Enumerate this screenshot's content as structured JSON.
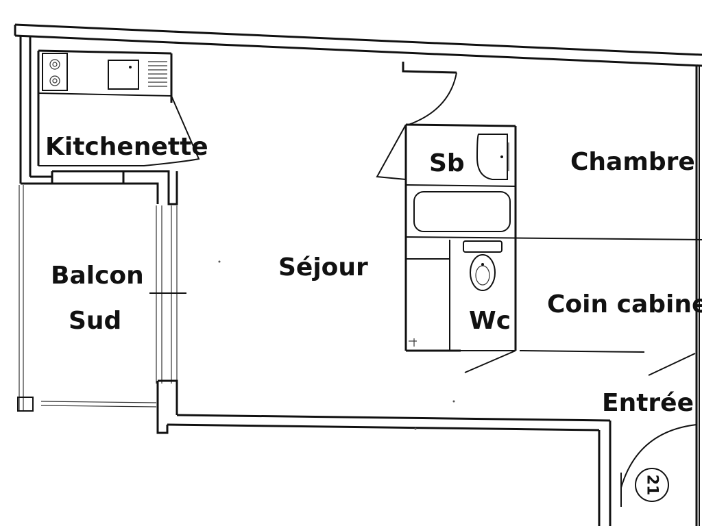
{
  "rooms": {
    "kitchenette": "Kitchenette",
    "sb": "Sb",
    "chambre": "Chambre",
    "balcon_line1": "Balcon",
    "balcon_line2": "Sud",
    "sejour": "Séjour",
    "wc": "Wc",
    "coin_cabine": "Coin cabine",
    "entree": "Entrée"
  },
  "badge": {
    "number": "21"
  }
}
